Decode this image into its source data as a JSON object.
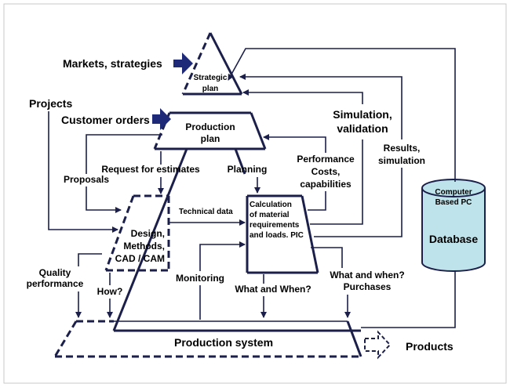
{
  "labels": {
    "markets_strategies": "Markets, strategies",
    "strategic_plan_1": "Strategic",
    "strategic_plan_2": "plan",
    "projects": "Projects",
    "customer_orders": "Customer orders",
    "production_plan_1": "Production",
    "production_plan_2": "plan",
    "simulation_validation_1": "Simulation,",
    "simulation_validation_2": "validation",
    "results_simulation_1": "Results,",
    "results_simulation_2": "simulation",
    "request_for_estimates": "Request for estimates",
    "planning": "Planning",
    "performance_1": "Performance",
    "performance_2": "Costs,",
    "performance_3": "capabilities",
    "proposals": "Proposals",
    "computer_based_pc_1": "Computer",
    "computer_based_pc_2": "Based PC",
    "database": "Database",
    "technical_data": "Technical data",
    "design_1": "Design,",
    "design_2": "Methods,",
    "design_3": "CAD / CAM",
    "calc_1": "Calculation",
    "calc_2": "of material",
    "calc_3": "requirements",
    "calc_4": "and loads. PIC",
    "quality_1": "Quality",
    "quality_2": "performance",
    "monitoring": "Monitoring",
    "how": "How?",
    "what_when_1": "What and when?",
    "what_when_2": "Purchases",
    "what_and_when": "What and When?",
    "production_system": "Production system",
    "products": "Products"
  },
  "colors": {
    "line": "#1b1f4a",
    "arrow_fill": "#1e2a78",
    "database_fill": "#bfe3ea"
  }
}
